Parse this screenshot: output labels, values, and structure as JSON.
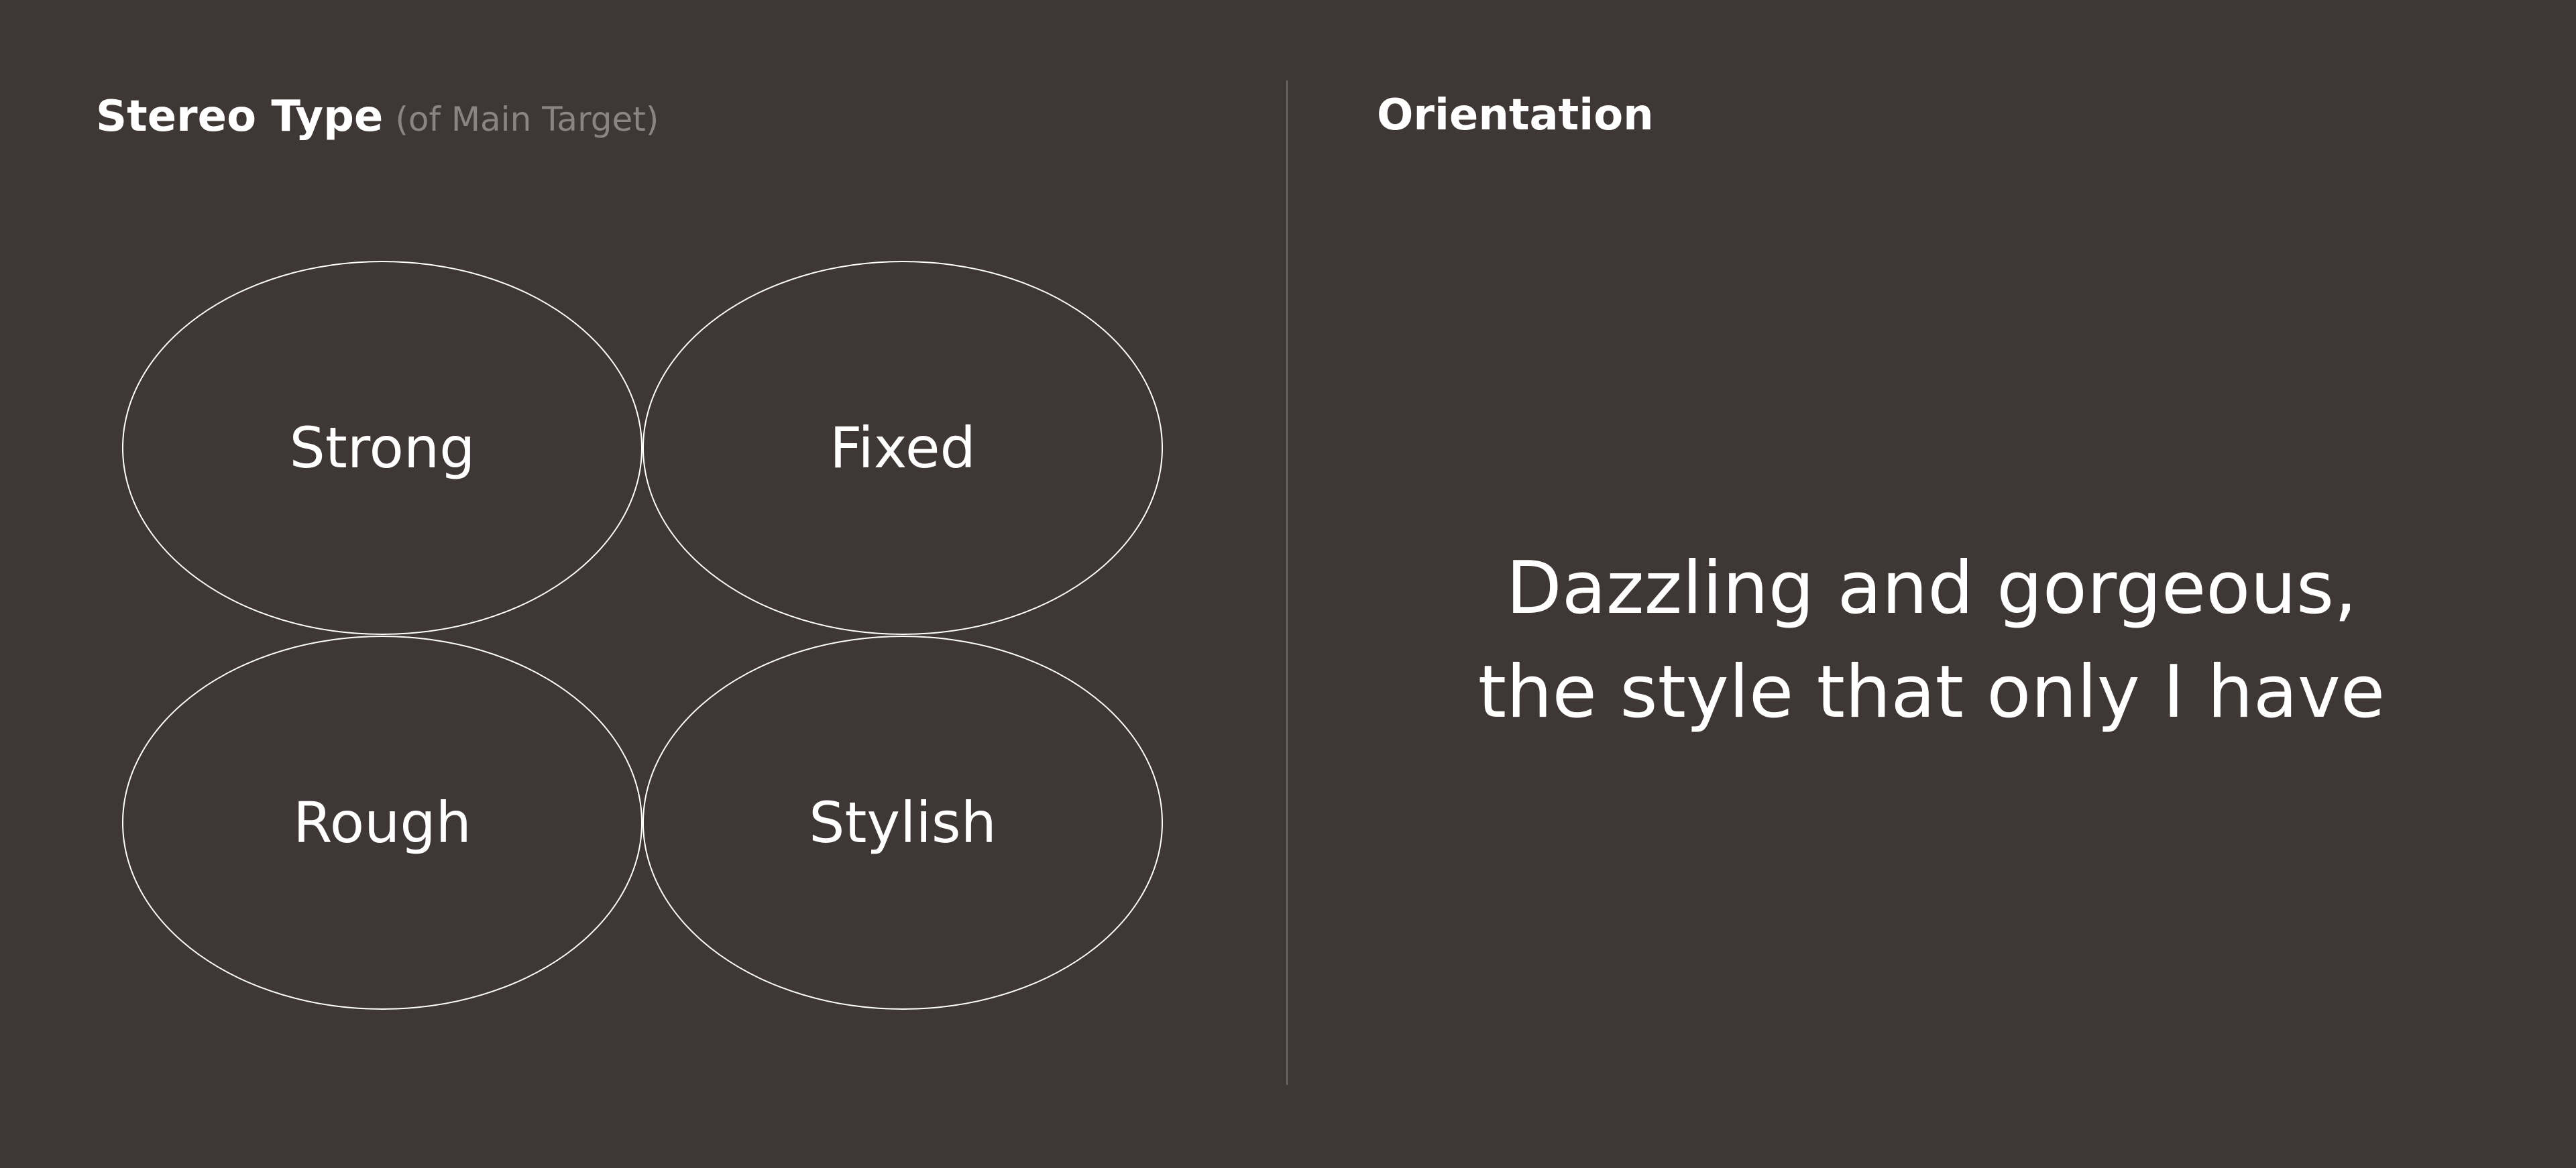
{
  "stereo_type": {
    "title": "Stereo Type",
    "subtitle": "(of Main Target)",
    "items": [
      "Strong",
      "Fixed",
      "Rough",
      "Stylish"
    ]
  },
  "orientation": {
    "title": "Orientation",
    "lines": [
      "Dazzling and gorgeous,",
      "the style that only I have"
    ]
  },
  "colors": {
    "background": "#3e3735",
    "text": "#ffffff",
    "muted": "#8a8482",
    "divider": "#716a68"
  }
}
